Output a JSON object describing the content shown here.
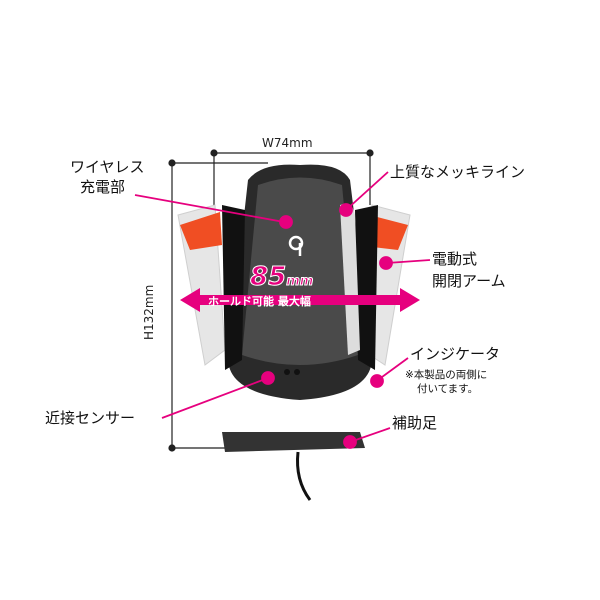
{
  "dimensions": {
    "width": "W74mm",
    "height": "H132mm"
  },
  "badge": {
    "value": "85",
    "unit": "mm",
    "caption": "ホールド可能 最大幅"
  },
  "labels": {
    "wireless_line1": "ワイヤレス",
    "wireless_line2": "充電部",
    "plating": "上質なメッキライン",
    "arm_line1": "電動式",
    "arm_line2": "開閉アーム",
    "indicator": "インジケータ",
    "indicator_note1": "※本製品の両側に",
    "indicator_note2": "付いてます。",
    "sensor": "近接センサー",
    "foot": "補助足"
  },
  "colors": {
    "accent": "#e6007e",
    "arrow": "#f04e23"
  }
}
